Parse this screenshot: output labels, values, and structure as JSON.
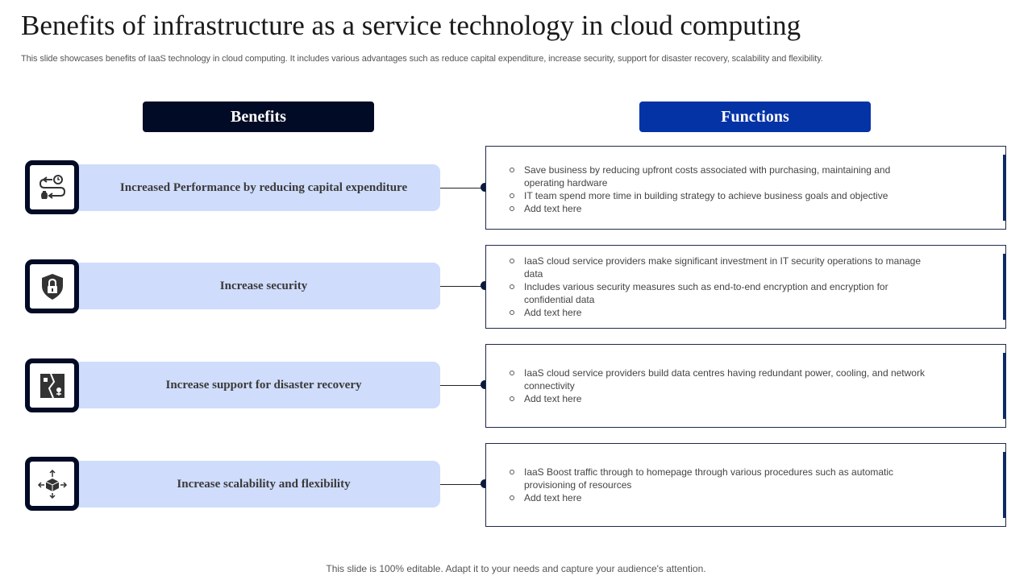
{
  "title": "Benefits of infrastructure as a service technology in cloud computing",
  "subtitle": "This slide showcases benefits of IaaS technology in cloud computing. It includes various advantages such as reduce capital expenditure, increase security, support for disaster recovery, scalability and flexibility.",
  "headers": {
    "benefits": "Benefits",
    "functions": "Functions"
  },
  "rows": [
    {
      "benefit": "Increased Performance by reducing capital expenditure",
      "icon": "cost-cycle-icon",
      "functions": [
        "Save business by reducing upfront costs associated with purchasing, maintaining and operating hardware",
        "IT team spend more time in building strategy to achieve business goals and objective",
        "Add text here"
      ]
    },
    {
      "benefit": "Increase security",
      "icon": "shield-lock-icon",
      "functions": [
        "IaaS cloud service providers make significant investment in IT security operations to manage data",
        "Includes various security measures such as end-to-end encryption and encryption for confidential data",
        "Add text here"
      ]
    },
    {
      "benefit": "Increase support for disaster recovery",
      "icon": "disaster-recovery-icon",
      "functions": [
        "IaaS cloud service providers build data centres having redundant power, cooling, and network connectivity",
        "Add text here"
      ]
    },
    {
      "benefit": "Increase scalability and flexibility",
      "icon": "scalability-cube-icon",
      "functions": [
        "IaaS Boost traffic through to homepage through various procedures such as automatic provisioning of resources",
        "Add text here"
      ]
    }
  ],
  "footer": "This slide is 100% editable. Adapt it to your needs and capture your audience's attention.",
  "colors": {
    "benefits_header": "#020b26",
    "functions_header": "#0433a6",
    "pill": "#cfdcfb",
    "icon_border": "#020b26"
  }
}
